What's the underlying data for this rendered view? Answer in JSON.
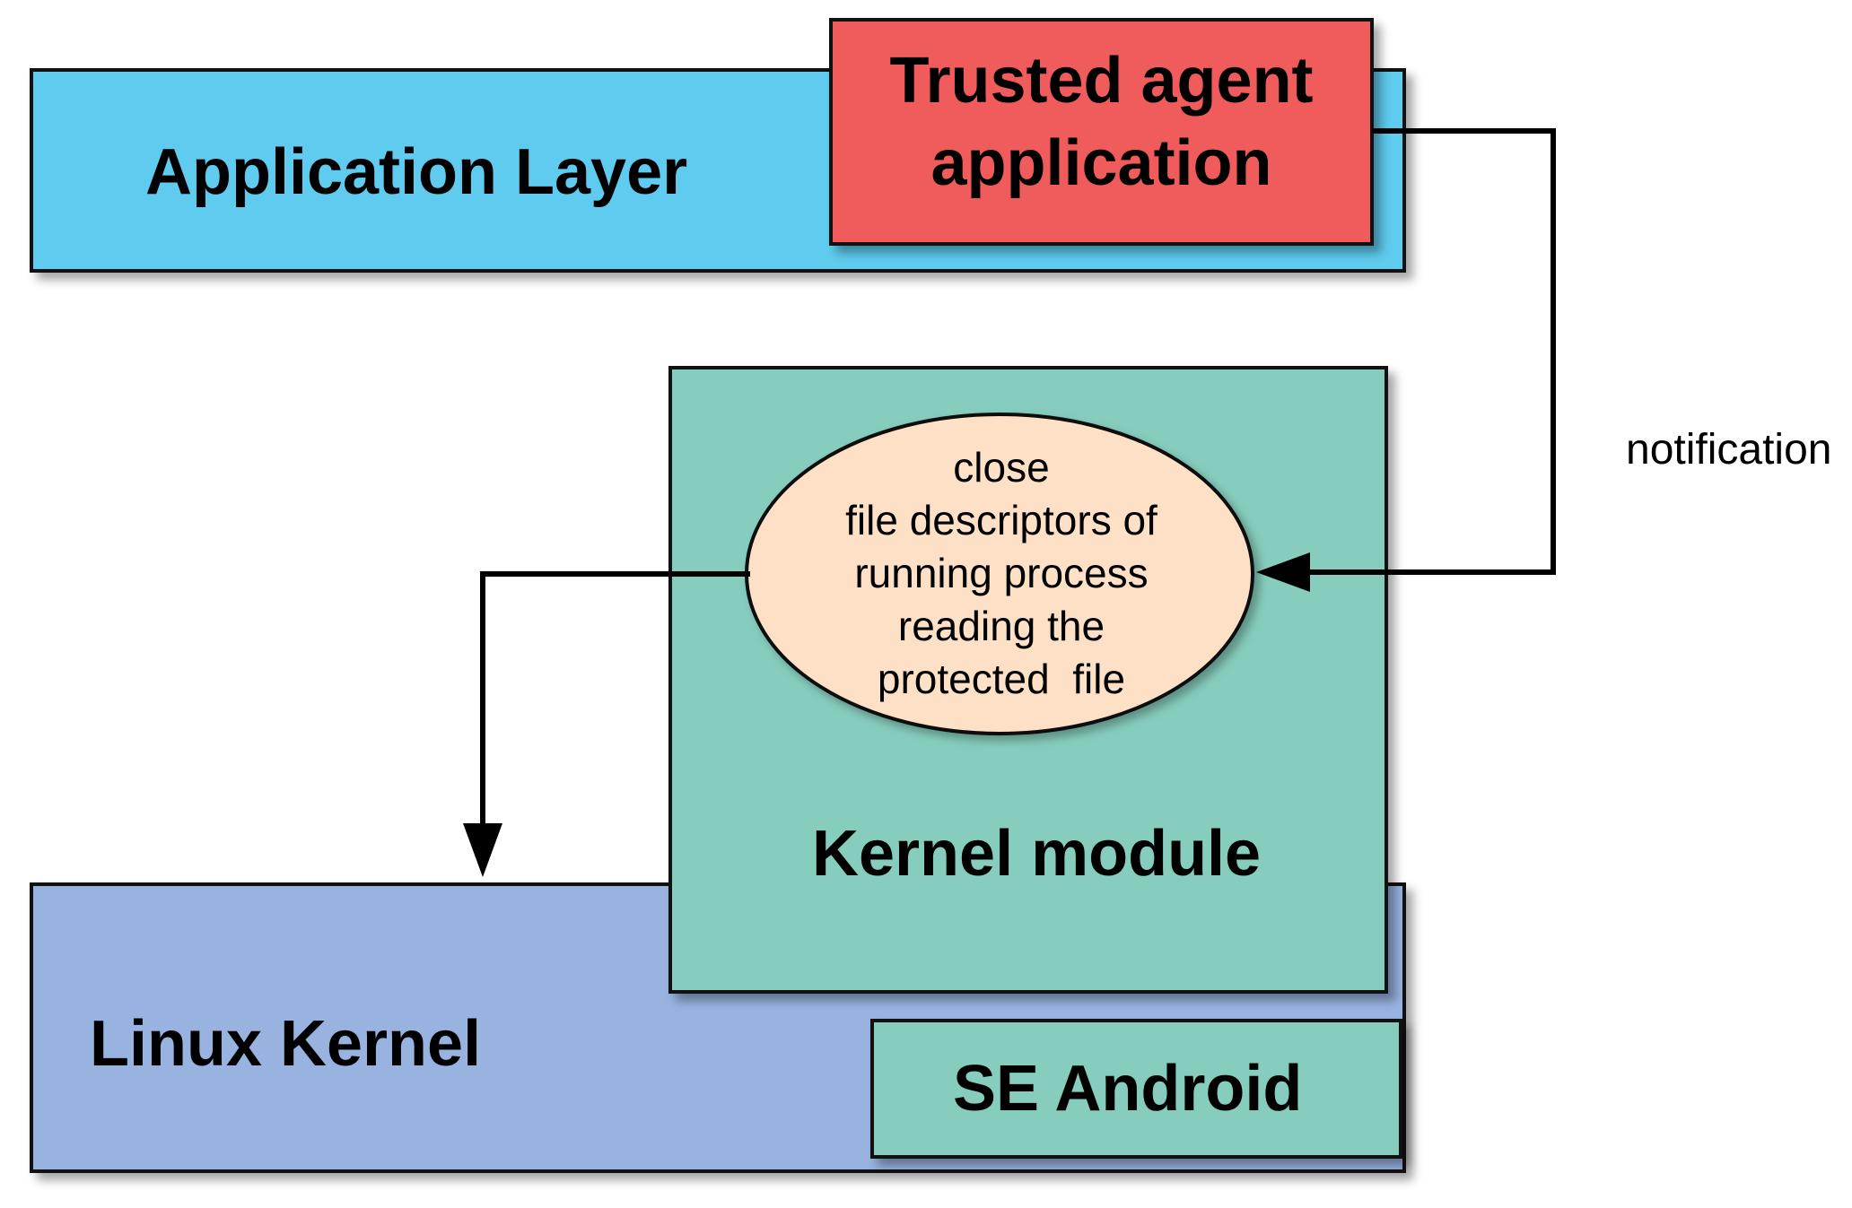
{
  "diagram": {
    "application_layer": {
      "label": "Application Layer",
      "color": "#5fcbee"
    },
    "trusted_agent": {
      "label_line1": "Trusted agent",
      "label_line2": "application",
      "color": "#f05b5b"
    },
    "kernel_module": {
      "label": "Kernel module",
      "color": "#86cdbd"
    },
    "linux_kernel": {
      "label": "Linux Kernel",
      "color": "#98b3e0"
    },
    "se_android": {
      "label": "SE Android",
      "color": "#86cdbd"
    },
    "action_ellipse": {
      "lines": [
        "close",
        "file descriptors of",
        "running process",
        "reading the",
        "protected  file"
      ],
      "color": "#fde0c5"
    },
    "edges": {
      "notification": {
        "label": "notification",
        "from": "trusted_agent",
        "to": "action_ellipse"
      },
      "to_kernel": {
        "from": "action_ellipse",
        "to": "linux_kernel"
      }
    }
  }
}
